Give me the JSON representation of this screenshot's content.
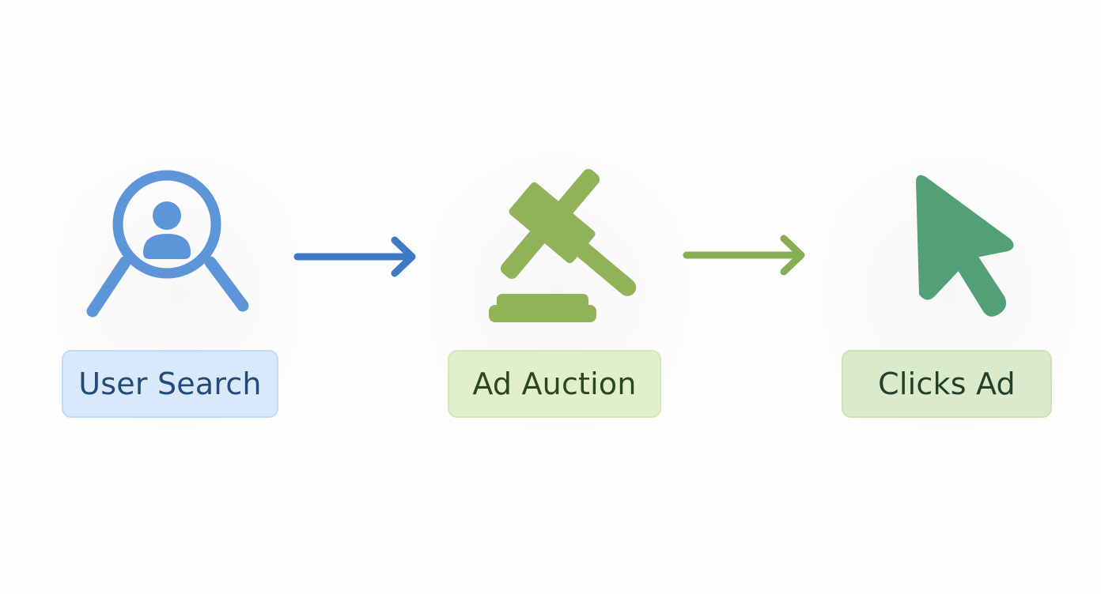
{
  "steps": [
    {
      "label": "User Search",
      "icon": "user-search-icon",
      "icon_color": "#5c95d8",
      "label_bg": "#d8e9fb",
      "label_border": "#c2daf5",
      "label_text": "#254a77"
    },
    {
      "label": "Ad Auction",
      "icon": "gavel-icon",
      "icon_color": "#90b35a",
      "label_bg": "#e1efcd",
      "label_border": "#d3e7b9",
      "label_text": "#2a4722"
    },
    {
      "label": "Clicks Ad",
      "icon": "cursor-pointer-icon",
      "icon_color": "#53a077",
      "label_bg": "#d9ebcb",
      "label_border": "#cbe2b8",
      "label_text": "#25402a"
    }
  ],
  "connectors": [
    {
      "icon": "arrow-right-icon",
      "color": "#3f79c4"
    },
    {
      "icon": "arrow-right-icon",
      "color": "#87ad55"
    }
  ]
}
